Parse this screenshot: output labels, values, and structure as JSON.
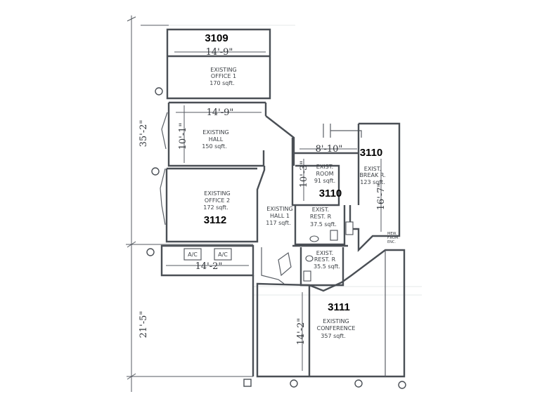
{
  "suites": {
    "s3109": "3109",
    "s3110a": "3110",
    "s3110b": "3110",
    "s3112": "3112",
    "s3111": "3111"
  },
  "rooms": {
    "office1": {
      "line1": "EXISTING",
      "line2": "OFFICE 1",
      "line3": "170 sqft."
    },
    "hall": {
      "line1": "EXISTING",
      "line2": "HALL",
      "line3": "150 sqft."
    },
    "office2": {
      "line1": "EXISTING",
      "line2": "OFFICE 2",
      "line3": "172 sqft."
    },
    "room": {
      "line1": "EXIST.",
      "line2": "ROOM",
      "line3": "91 sqft."
    },
    "break": {
      "line1": "EXIST.",
      "line2": "BREAK R.",
      "line3": "123 sqft."
    },
    "hall1": {
      "line1": "EXISTING",
      "line2": "HALL 1",
      "line3": "117 sqft."
    },
    "rest1": {
      "line1": "EXIST.",
      "line2": "REST. R",
      "line3": "37.5 sqft."
    },
    "rest2": {
      "line1": "EXIST.",
      "line2": "REST. R",
      "line3": "35.5 sqft."
    },
    "conference": {
      "line1": "EXISTING",
      "line2": "CONFERENCE",
      "line3": "357 sqft."
    },
    "mech": {
      "line1": "MEW.",
      "line2": "F.ROM.",
      "line3": "ENC."
    }
  },
  "dimensions": {
    "overall_upper": "35'-2\"",
    "overall_lower": "21'-5\"",
    "office1_width": "14'-9\"",
    "hall_width": "14'-9\"",
    "hall_depth": "10'-1\"",
    "room_width": "8'-10\"",
    "room_depth": "10'-3\"",
    "break_depth": "16'-7\"",
    "ac_width": "14'-2\"",
    "conference_depth": "14'-2\""
  },
  "equipment": {
    "ac1": "A/C",
    "ac2": "A/C"
  }
}
